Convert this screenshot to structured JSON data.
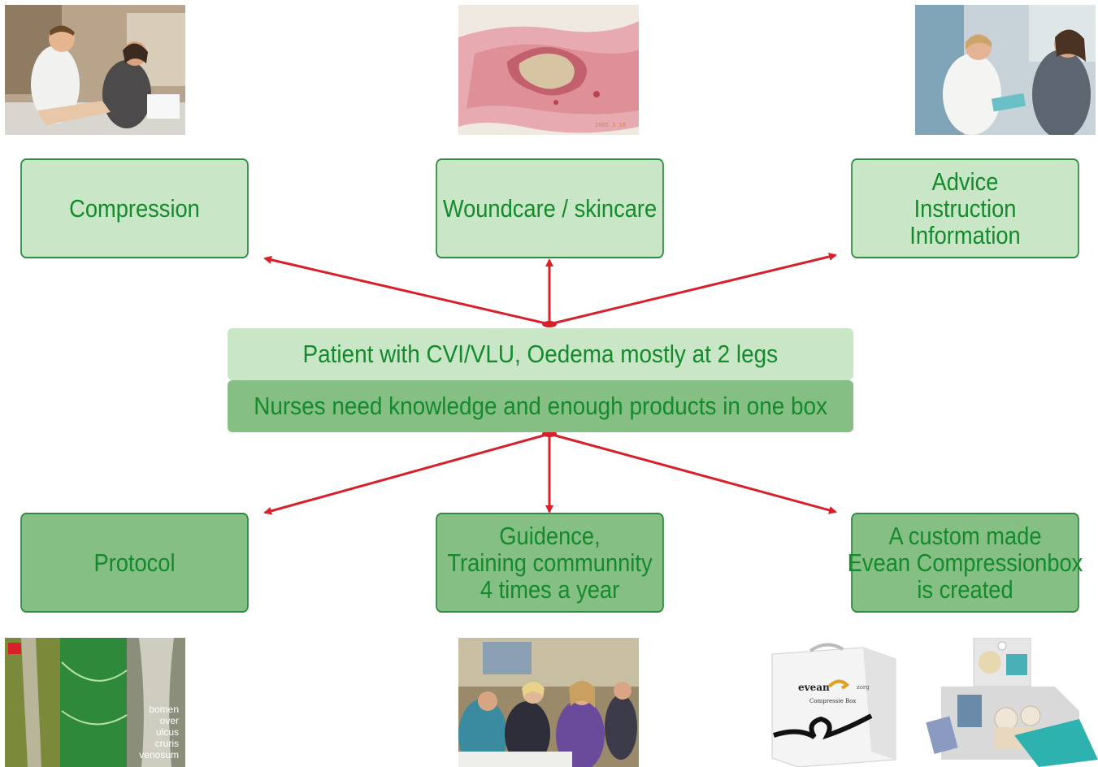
{
  "top_boxes": [
    {
      "lines": [
        "Compression"
      ]
    },
    {
      "lines": [
        "Woundcare / skincare"
      ]
    },
    {
      "lines": [
        "Advice",
        "Instruction",
        "Information"
      ]
    }
  ],
  "center": {
    "patient": "Patient with CVI/VLU, Oedema mostly at 2 legs",
    "nurses": "Nurses need knowledge and enough products in one box"
  },
  "bottom_boxes": [
    {
      "lines": [
        "Protocol"
      ]
    },
    {
      "lines": [
        "Guidence,",
        "Training communnity",
        "4 times a year"
      ]
    },
    {
      "lines": [
        "A custom made",
        "Evean Compressionbox",
        "is created"
      ]
    }
  ],
  "photos": {
    "wound_date_stamp": "2005  3  18",
    "protocol_cover_text": [
      "bomen",
      "over",
      "ulcus",
      "cruris",
      "venosum"
    ],
    "box_brand": "evean",
    "box_brand_suffix": "zorg",
    "box_label": "Compressie Box"
  },
  "colors": {
    "box_light": "#c9e6c6",
    "box_dark": "#85bf83",
    "text": "#138a2c",
    "border": "#2e8b43",
    "arrow": "#d8202a"
  }
}
